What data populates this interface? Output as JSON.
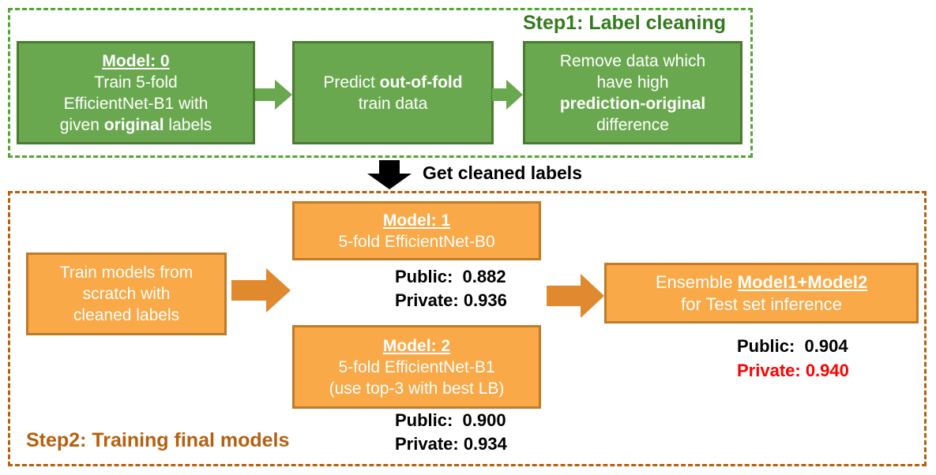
{
  "colors": {
    "green-fill": "#6aa84f",
    "green-border": "#4b7a31",
    "green-dash": "#55a438",
    "green-title": "#347a1e",
    "orange-fill": "#f9a947",
    "orange-border": "#bf7b28",
    "orange-arrow": "#e0892e",
    "orange-dash": "#b4600f",
    "orange-title": "#b4600f",
    "box-text": "#ffffff",
    "score-black": "#000000",
    "score-red": "#ff0000",
    "black": "#000000"
  },
  "step1": {
    "title": "Step1: Label cleaning",
    "box_model0": {
      "lines": [
        [
          {
            "t": "Model: 0",
            "b": 1,
            "u": 1
          }
        ],
        [
          {
            "t": "Train 5-fold"
          }
        ],
        [
          {
            "t": "EfficientNet-B1 with"
          }
        ],
        [
          {
            "t": "given "
          },
          {
            "t": "original",
            "b": 1
          },
          {
            "t": " labels"
          }
        ]
      ]
    },
    "box_predict": {
      "lines": [
        [
          {
            "t": "Predict "
          },
          {
            "t": "out-of-fold",
            "b": 1
          }
        ],
        [
          {
            "t": "train data"
          }
        ]
      ]
    },
    "box_remove": {
      "lines": [
        [
          {
            "t": "Remove data which"
          }
        ],
        [
          {
            "t": "have high"
          }
        ],
        [
          {
            "t": "prediction-original",
            "b": 1
          }
        ],
        [
          {
            "t": "difference"
          }
        ]
      ]
    }
  },
  "connector": {
    "label": "Get cleaned labels"
  },
  "step2": {
    "title": "Step2: Training final models",
    "box_train": {
      "lines": [
        [
          {
            "t": "Train models from"
          }
        ],
        [
          {
            "t": "scratch with"
          }
        ],
        [
          {
            "t": "cleaned labels"
          }
        ]
      ]
    },
    "box_model1": {
      "lines": [
        [
          {
            "t": "Model: 1",
            "b": 1,
            "u": 1
          }
        ],
        [
          {
            "t": "5-fold EfficientNet-B0"
          }
        ]
      ]
    },
    "model1_scores": {
      "lines": [
        [
          {
            "t": "Public:  0.882",
            "b": 1
          }
        ],
        [
          {
            "t": "Private: 0.936",
            "b": 1
          }
        ]
      ]
    },
    "box_model2": {
      "lines": [
        [
          {
            "t": "Model: 2",
            "b": 1,
            "u": 1
          }
        ],
        [
          {
            "t": "5-fold EfficientNet-B1"
          }
        ],
        [
          {
            "t": "(use top-3 with best LB)"
          }
        ]
      ]
    },
    "model2_scores": {
      "lines": [
        [
          {
            "t": "Public:  0.900",
            "b": 1
          }
        ],
        [
          {
            "t": "Private: 0.934",
            "b": 1
          }
        ]
      ]
    },
    "box_ensemble": {
      "lines": [
        [
          {
            "t": "Ensemble "
          },
          {
            "t": "Model1+Model2",
            "b": 1,
            "u": 1
          }
        ],
        [
          {
            "t": "for Test set inference"
          }
        ]
      ]
    },
    "ensemble_scores": {
      "lines": [
        [
          {
            "t": "Public:  0.904",
            "b": 1
          }
        ],
        [
          {
            "t": "Private: 0.940",
            "b": 1,
            "c": "#ff0000"
          }
        ]
      ]
    }
  }
}
